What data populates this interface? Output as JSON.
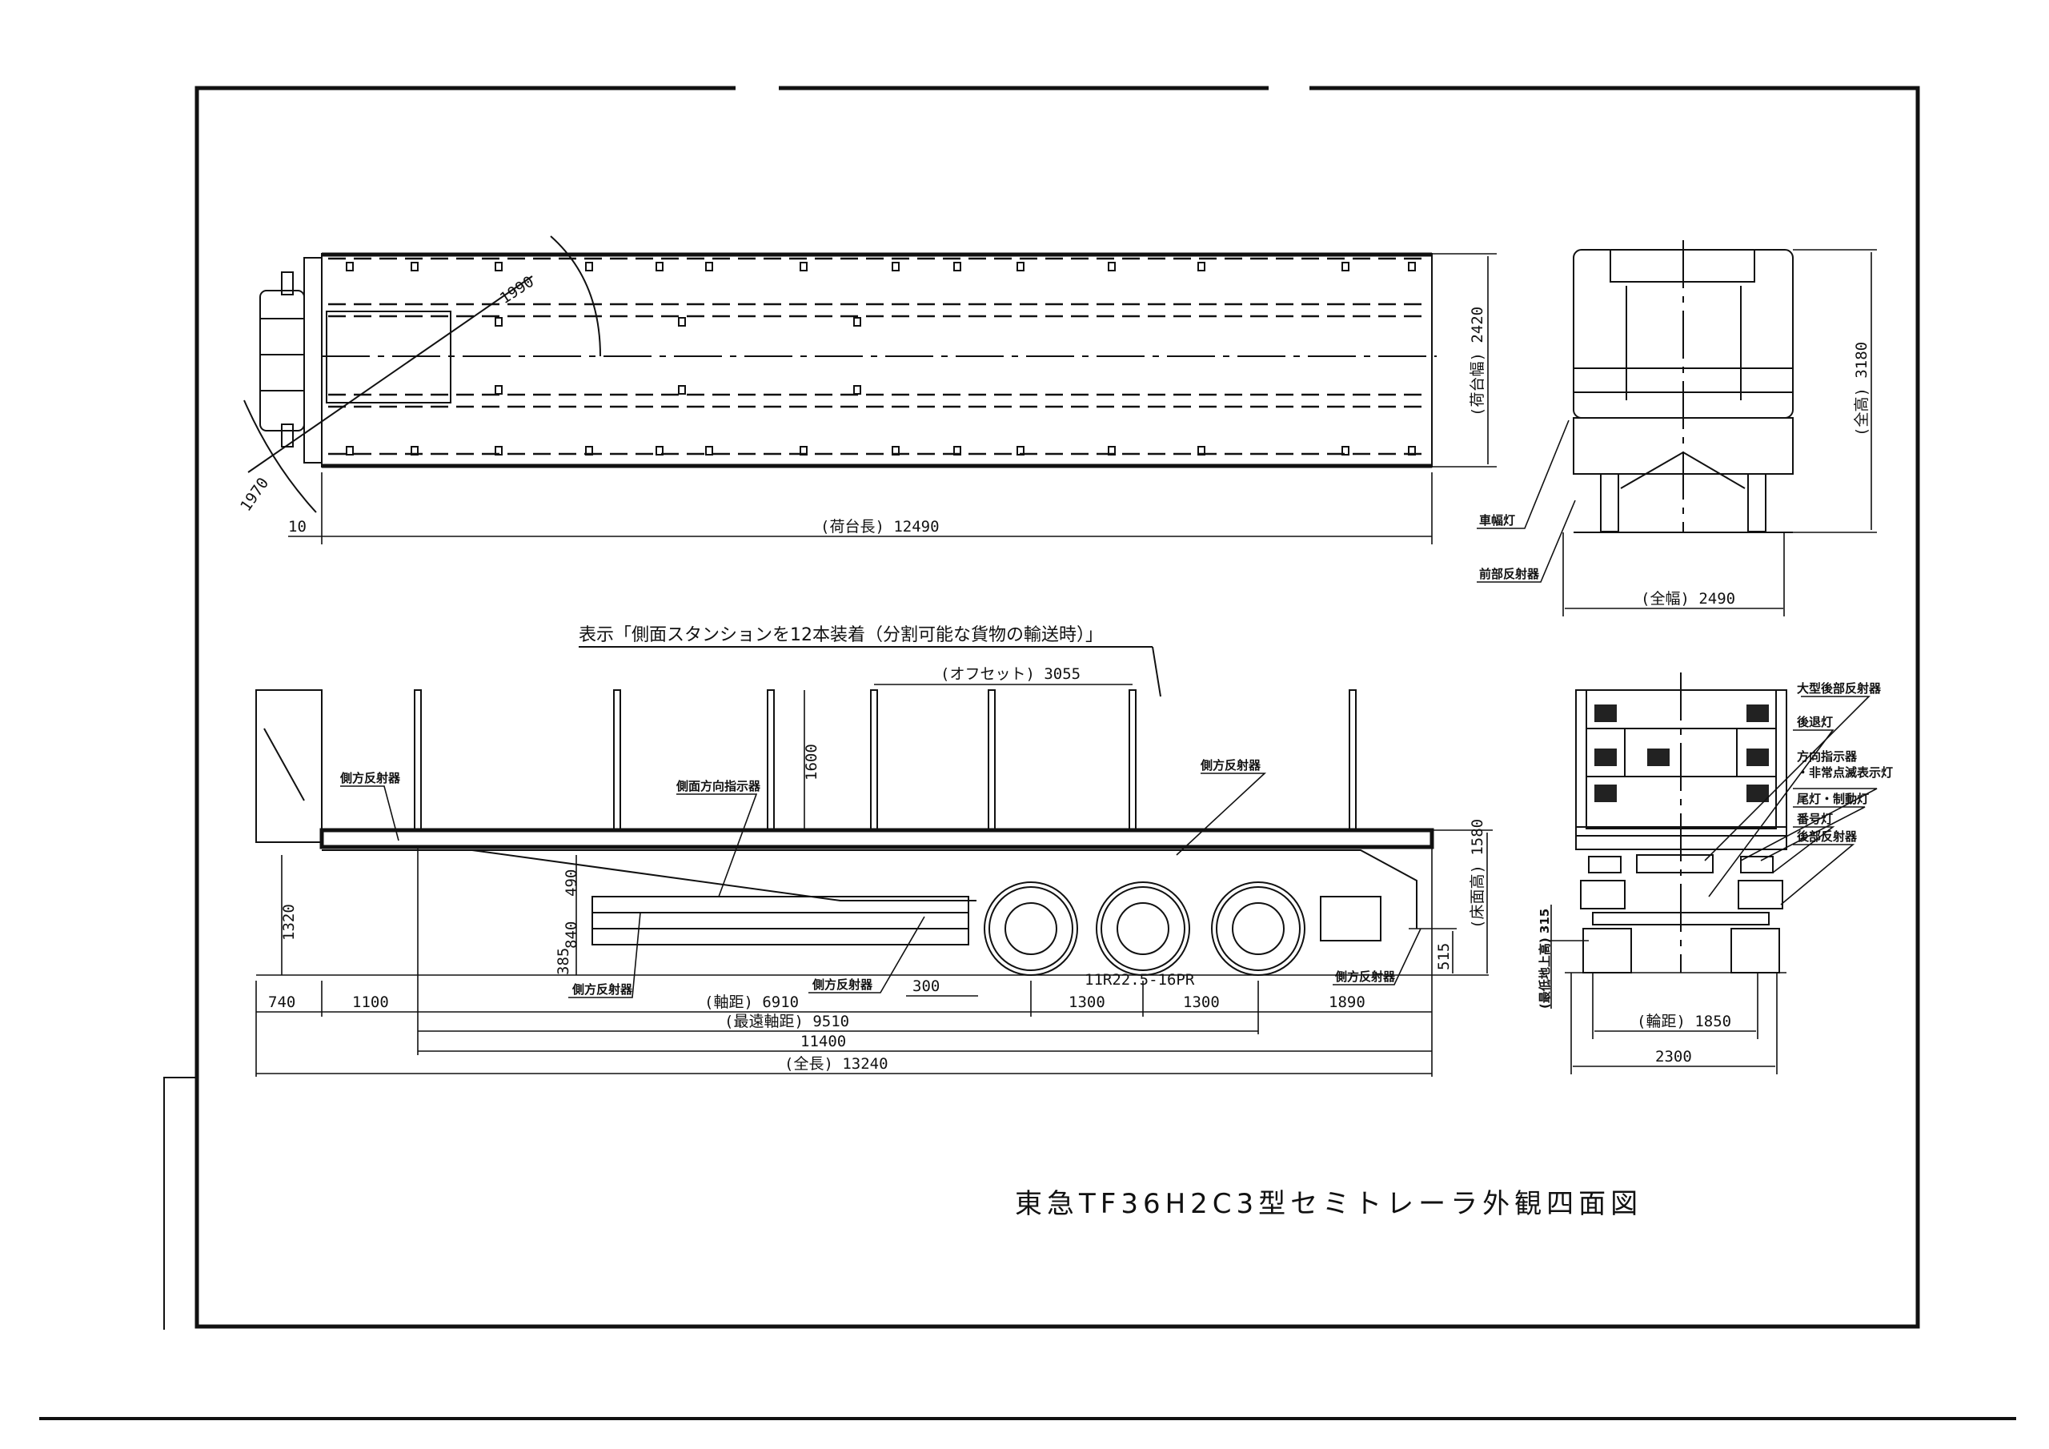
{
  "title": "東急TF36H2C3型セミトレーラ外観四面図",
  "note": "表示「側面スタンションを12本装着（分割可能な貨物の輸送時）」",
  "top_view": {
    "swing_front": "1990",
    "swing_rear": "1970",
    "deck_width": "(荷台幅) 2420",
    "offset_small": "10",
    "deck_length": "(荷台長) 12490"
  },
  "front_view": {
    "overall_height": "(全高) 3180",
    "overall_width": "(全幅) 2490",
    "labels": [
      "車幅灯",
      "前部反射器"
    ]
  },
  "side_view": {
    "offset": "(オフセット) 3055",
    "stake_height": "1600",
    "coupler_height": "1320",
    "dim_490": "490",
    "dim_840": "840",
    "dim_385": "385",
    "floor_height": "(床面高) 1580",
    "dim_515": "515",
    "tire": "11R22.5-16PR",
    "dim_300": "300",
    "labels": [
      "側方反射器",
      "側面方向指示器",
      "側方反射器",
      "側方反射器",
      "側方反射器",
      "側方反射器"
    ],
    "dims_row1": [
      "740",
      "1100",
      "(軸距) 6910",
      "1300",
      "1300",
      "1890"
    ],
    "max_wheelbase": "(最遠軸距) 9510",
    "dim_11400": "11400",
    "overall_length": "(全長) 13240"
  },
  "rear_view": {
    "labels": [
      "大型後部反射器",
      "後退灯",
      "方向指示器",
      "・非常点滅表示灯",
      "尾灯・制動灯",
      "番号灯",
      "後部反射器"
    ],
    "ground_clearance": "(最低地上高) 315",
    "track": "(輪距) 1850",
    "width": "2300"
  }
}
